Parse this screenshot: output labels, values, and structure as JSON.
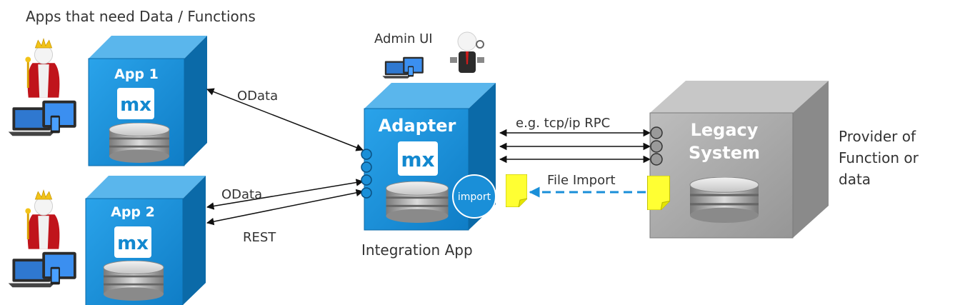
{
  "header": {
    "title": "Apps that need Data / Functions"
  },
  "apps": [
    {
      "name": "App 1",
      "logo": "mx"
    },
    {
      "name": "App 2",
      "logo": "mx"
    }
  ],
  "adapter": {
    "title": "Adapter",
    "logo": "mx",
    "import_label": "import",
    "caption": "Integration App",
    "admin_label": "Admin UI"
  },
  "legacy": {
    "title_line1": "Legacy",
    "title_line2": "System"
  },
  "provider": {
    "line1": "Provider of",
    "line2": "Function or",
    "line3": "data"
  },
  "connections": {
    "app1_adapter": "OData",
    "app2_adapter_1": "OData",
    "app2_adapter_2": "REST",
    "rpc": "e.g. tcp/ip RPC",
    "file_import": "File Import"
  },
  "colors": {
    "box_blue": "#1a8fd8",
    "box_blue_side": "#0b6aa8",
    "box_blue_top": "#5ab6ec",
    "legacy_front": "#a9a9a9",
    "legacy_side": "#8a8a8a",
    "legacy_top": "#c7c7c7",
    "file_yellow": "#ffff33",
    "import_line": "#1a8fd8"
  },
  "icons": [
    "king-person-icon",
    "devices-icon",
    "database-icon",
    "admin-person-icon",
    "file-document-icon"
  ]
}
